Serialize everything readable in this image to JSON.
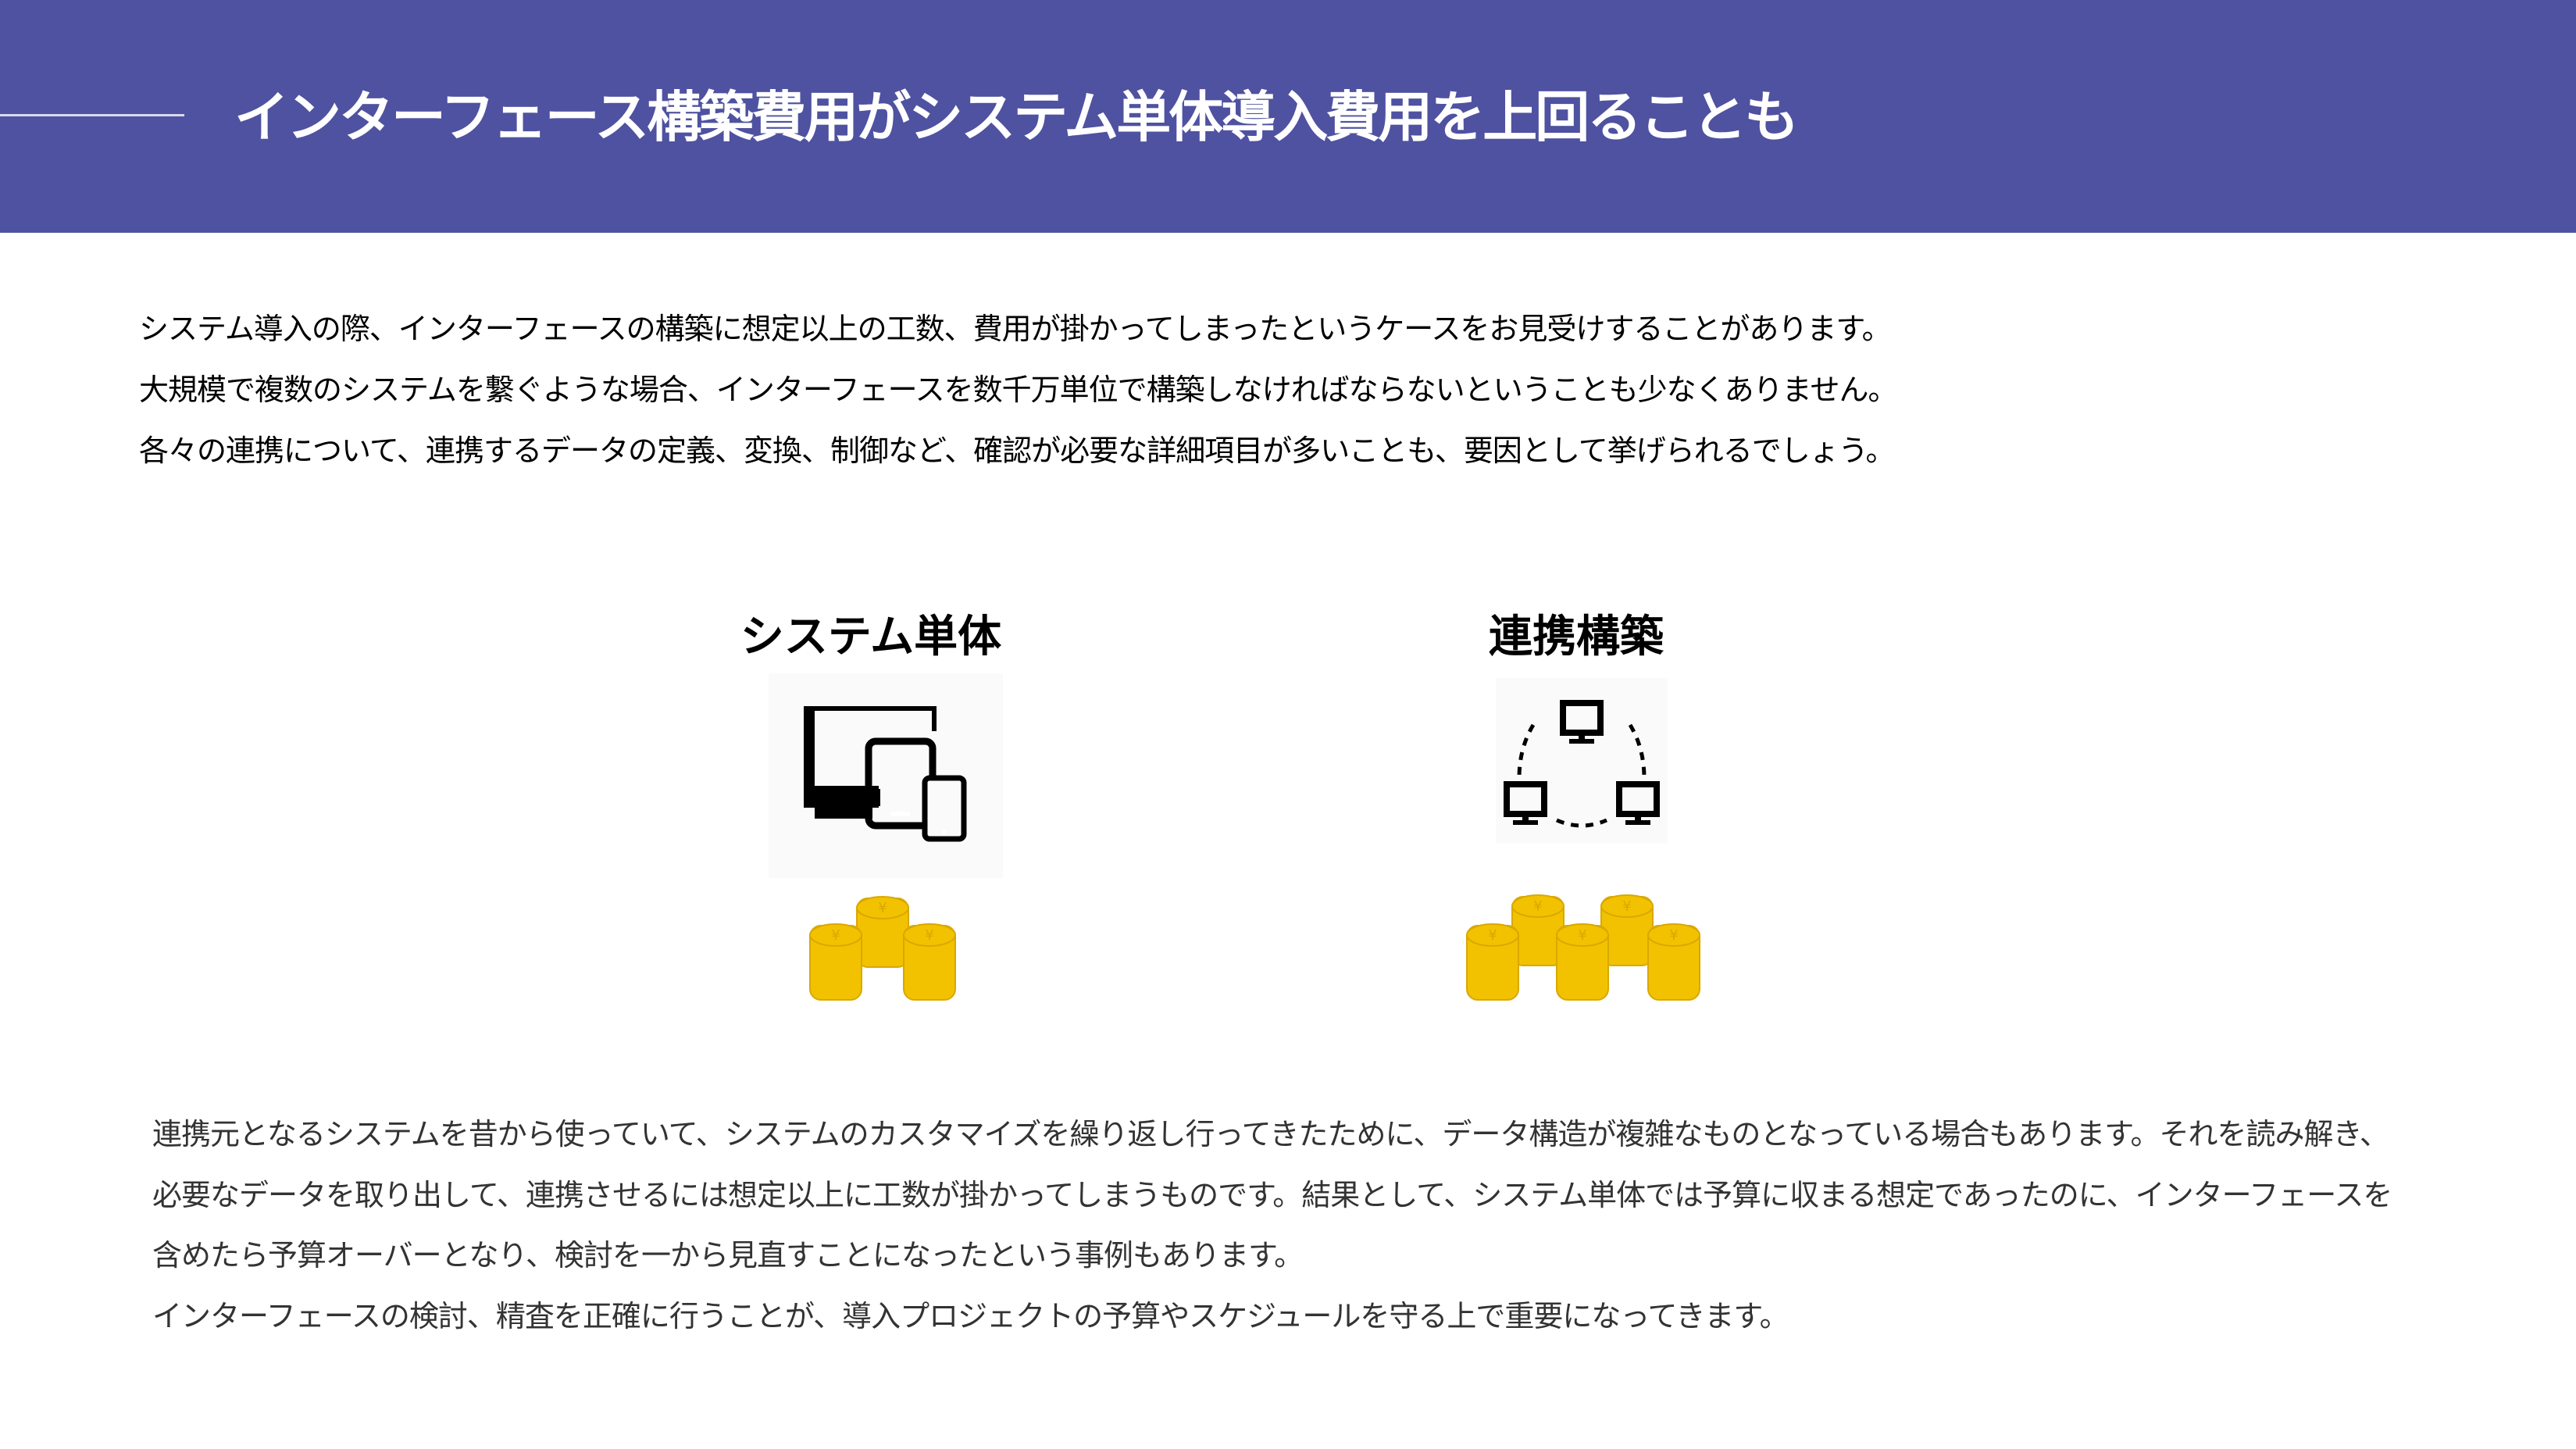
{
  "header": {
    "title": "インターフェース構築費用がシステム単体導入費用を上回ることも",
    "background_color": "#4F52A0"
  },
  "intro": {
    "lines": [
      "システム導入の際、インターフェースの構築に想定以上の工数、費用が掛かってしまったというケースをお見受けすることがあります。",
      "大規模で複数のシステムを繋ぐような場合、インターフェースを数千万単位で構築しなければならないということも少なくありません。",
      "各々の連携について、連携するデータの定義、変換、制御など、確認が必要な詳細項目が多いことも、要因として挙げられるでしょう。"
    ]
  },
  "comparison": {
    "left": {
      "label": "システム単体",
      "icon": "multi-device-icon",
      "coins": "coin-stacks-3-icon"
    },
    "right": {
      "label": "連携構築",
      "icon": "network-icon",
      "coins": "coin-stacks-5-icon"
    },
    "coin_color": "#F2C200",
    "coin_symbol": "¥"
  },
  "outro": {
    "lines": [
      "連携元となるシステムを昔から使っていて、システムのカスタマイズを繰り返し行ってきたために、データ構造が複雑なものとなっている場合もあります。それを読み解き、",
      "必要なデータを取り出して、連携させるには想定以上に工数が掛かってしまうものです。結果として、システム単体では予算に収まる想定であったのに、インターフェースを",
      "含めたら予算オーバーとなり、検討を一から見直すことになったという事例もあります。",
      "インターフェースの検討、精査を正確に行うことが、導入プロジェクトの予算やスケジュールを守る上で重要になってきます。"
    ]
  }
}
